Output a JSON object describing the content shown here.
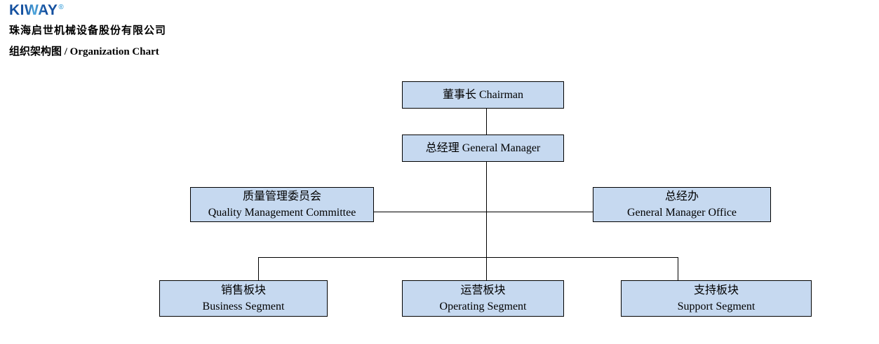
{
  "header": {
    "logo_text": "KIWAY",
    "logo_registered_mark": "®",
    "company_name": "珠海启世机械设备股份有限公司",
    "chart_title": "组织架构图 / Organization Chart"
  },
  "org": {
    "chairman": {
      "label": "董事长 Chairman"
    },
    "general_manager": {
      "label": "总经理 General Manager"
    },
    "quality_management_committee": {
      "zh": "质量管理委员会",
      "en": "Quality Management Committee"
    },
    "general_manager_office": {
      "zh": "总经办",
      "en": "General Manager Office"
    },
    "business_segment": {
      "zh": "销售板块",
      "en": "Business Segment"
    },
    "operating_segment": {
      "zh": "运营板块",
      "en": "Operating Segment"
    },
    "support_segment": {
      "zh": "支持板块",
      "en": "Support Segment"
    }
  },
  "colors": {
    "node_fill": "#c6d9f0",
    "node_border": "#000000",
    "connector": "#000000",
    "logo_primary_blue": "#1553a4",
    "logo_accent_blue": "#4fa9de"
  }
}
